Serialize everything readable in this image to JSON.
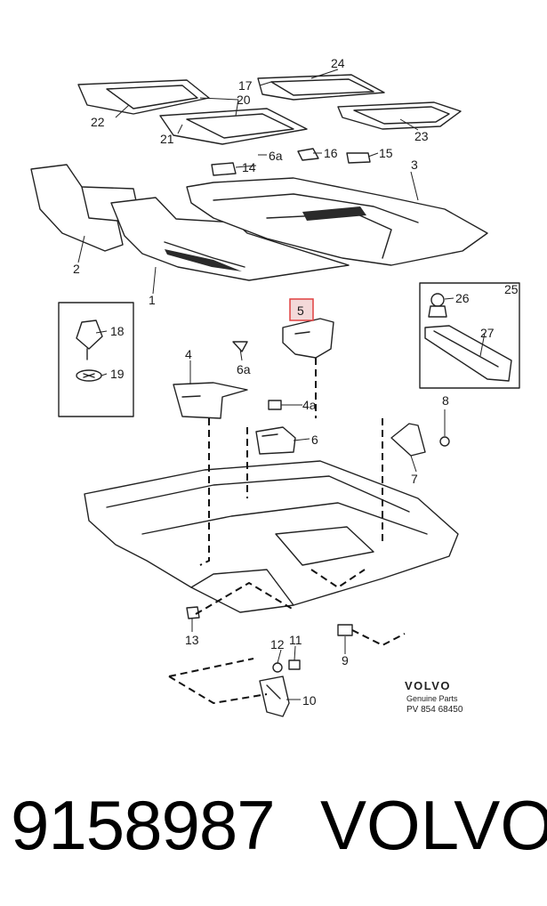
{
  "callouts": {
    "c1": "1",
    "c2": "2",
    "c3": "3",
    "c4": "4",
    "c4a": "4a",
    "c5": "5",
    "c6": "6",
    "c6a_top": "6a",
    "c6a_mid": "6a",
    "c7": "7",
    "c8": "8",
    "c9": "9",
    "c10": "10",
    "c11": "11",
    "c12": "12",
    "c13": "13",
    "c14": "14",
    "c15": "15",
    "c16": "16",
    "c17": "17",
    "c18": "18",
    "c19": "19",
    "c20": "20",
    "c21": "21",
    "c22": "22",
    "c23": "23",
    "c24": "24",
    "c25": "25",
    "c26": "26",
    "c27": "27"
  },
  "highlighted_callout": "5",
  "brand_block": {
    "logo": "VOLVO",
    "line1": "Genuine Parts",
    "line2": "PV 854 68450"
  },
  "footer": {
    "part_number": "9158987",
    "manufacturer": "VOLVO"
  },
  "colors": {
    "highlight": "#e04040",
    "highlight_fill": "#f3d9d9"
  }
}
